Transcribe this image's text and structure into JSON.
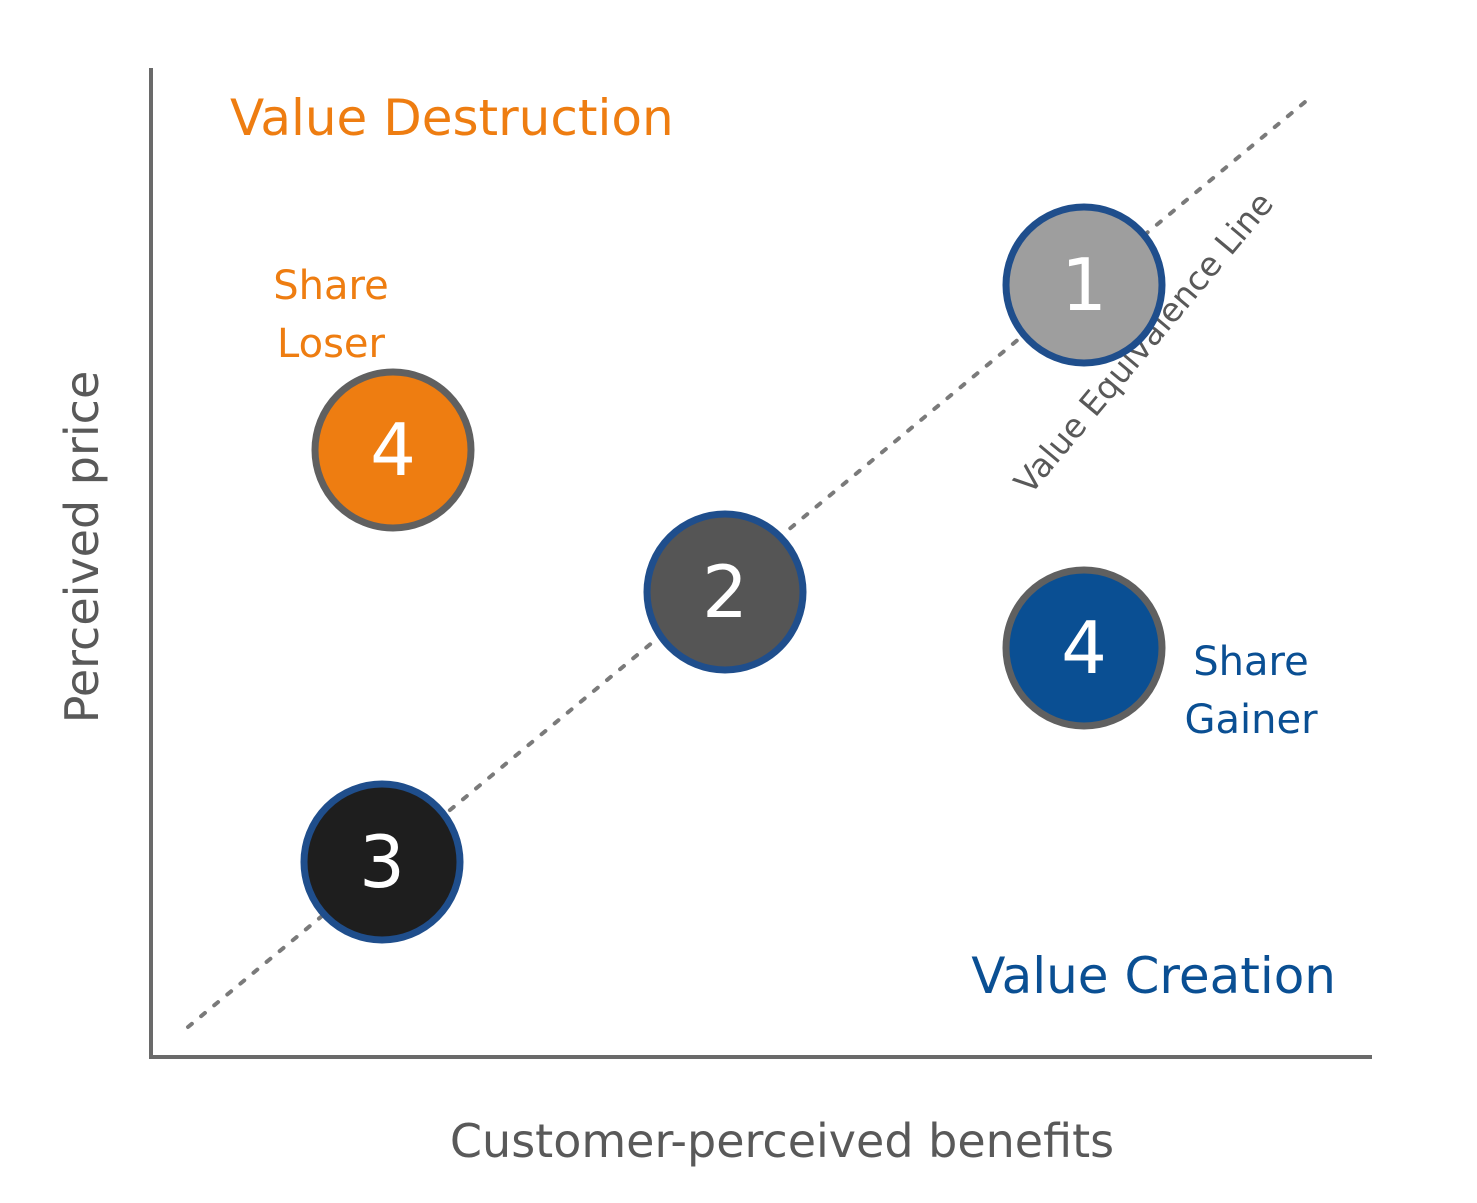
{
  "diagram": {
    "title": "",
    "x_axis_label": "Customer-perceived benefits",
    "y_axis_label": "Perceived price",
    "zones": {
      "upper_left": "Value Destruction",
      "lower_right": "Value Creation"
    },
    "equivalence_line_label": "Value Equivalence Line",
    "positions": [
      {
        "id": "pos-1",
        "number": "1",
        "fill": "#9e9e9e",
        "ring": "#1f4e8c",
        "note": ""
      },
      {
        "id": "pos-2",
        "number": "2",
        "fill": "#555555",
        "ring": "#1f4e8c",
        "note": ""
      },
      {
        "id": "pos-3",
        "number": "3",
        "fill": "#1e1e1e",
        "ring": "#1f4e8c",
        "note": ""
      },
      {
        "id": "pos-4-loser",
        "number": "4",
        "fill": "#ee7d11",
        "ring": "#606060",
        "note": ""
      },
      {
        "id": "pos-4-gainer",
        "number": "4",
        "fill": "#0a4f93",
        "ring": "#606060",
        "note": ""
      }
    ],
    "share_loser": {
      "line1": "Share",
      "line2": "Loser"
    },
    "share_gainer": {
      "line1": "Share",
      "line2": "Gainer"
    },
    "colors": {
      "axis": "#6a6a6a",
      "orange": "#ee7d11",
      "blue": "#0a4f93",
      "dash": "#7a7a7a",
      "text_gray": "#595959"
    }
  }
}
